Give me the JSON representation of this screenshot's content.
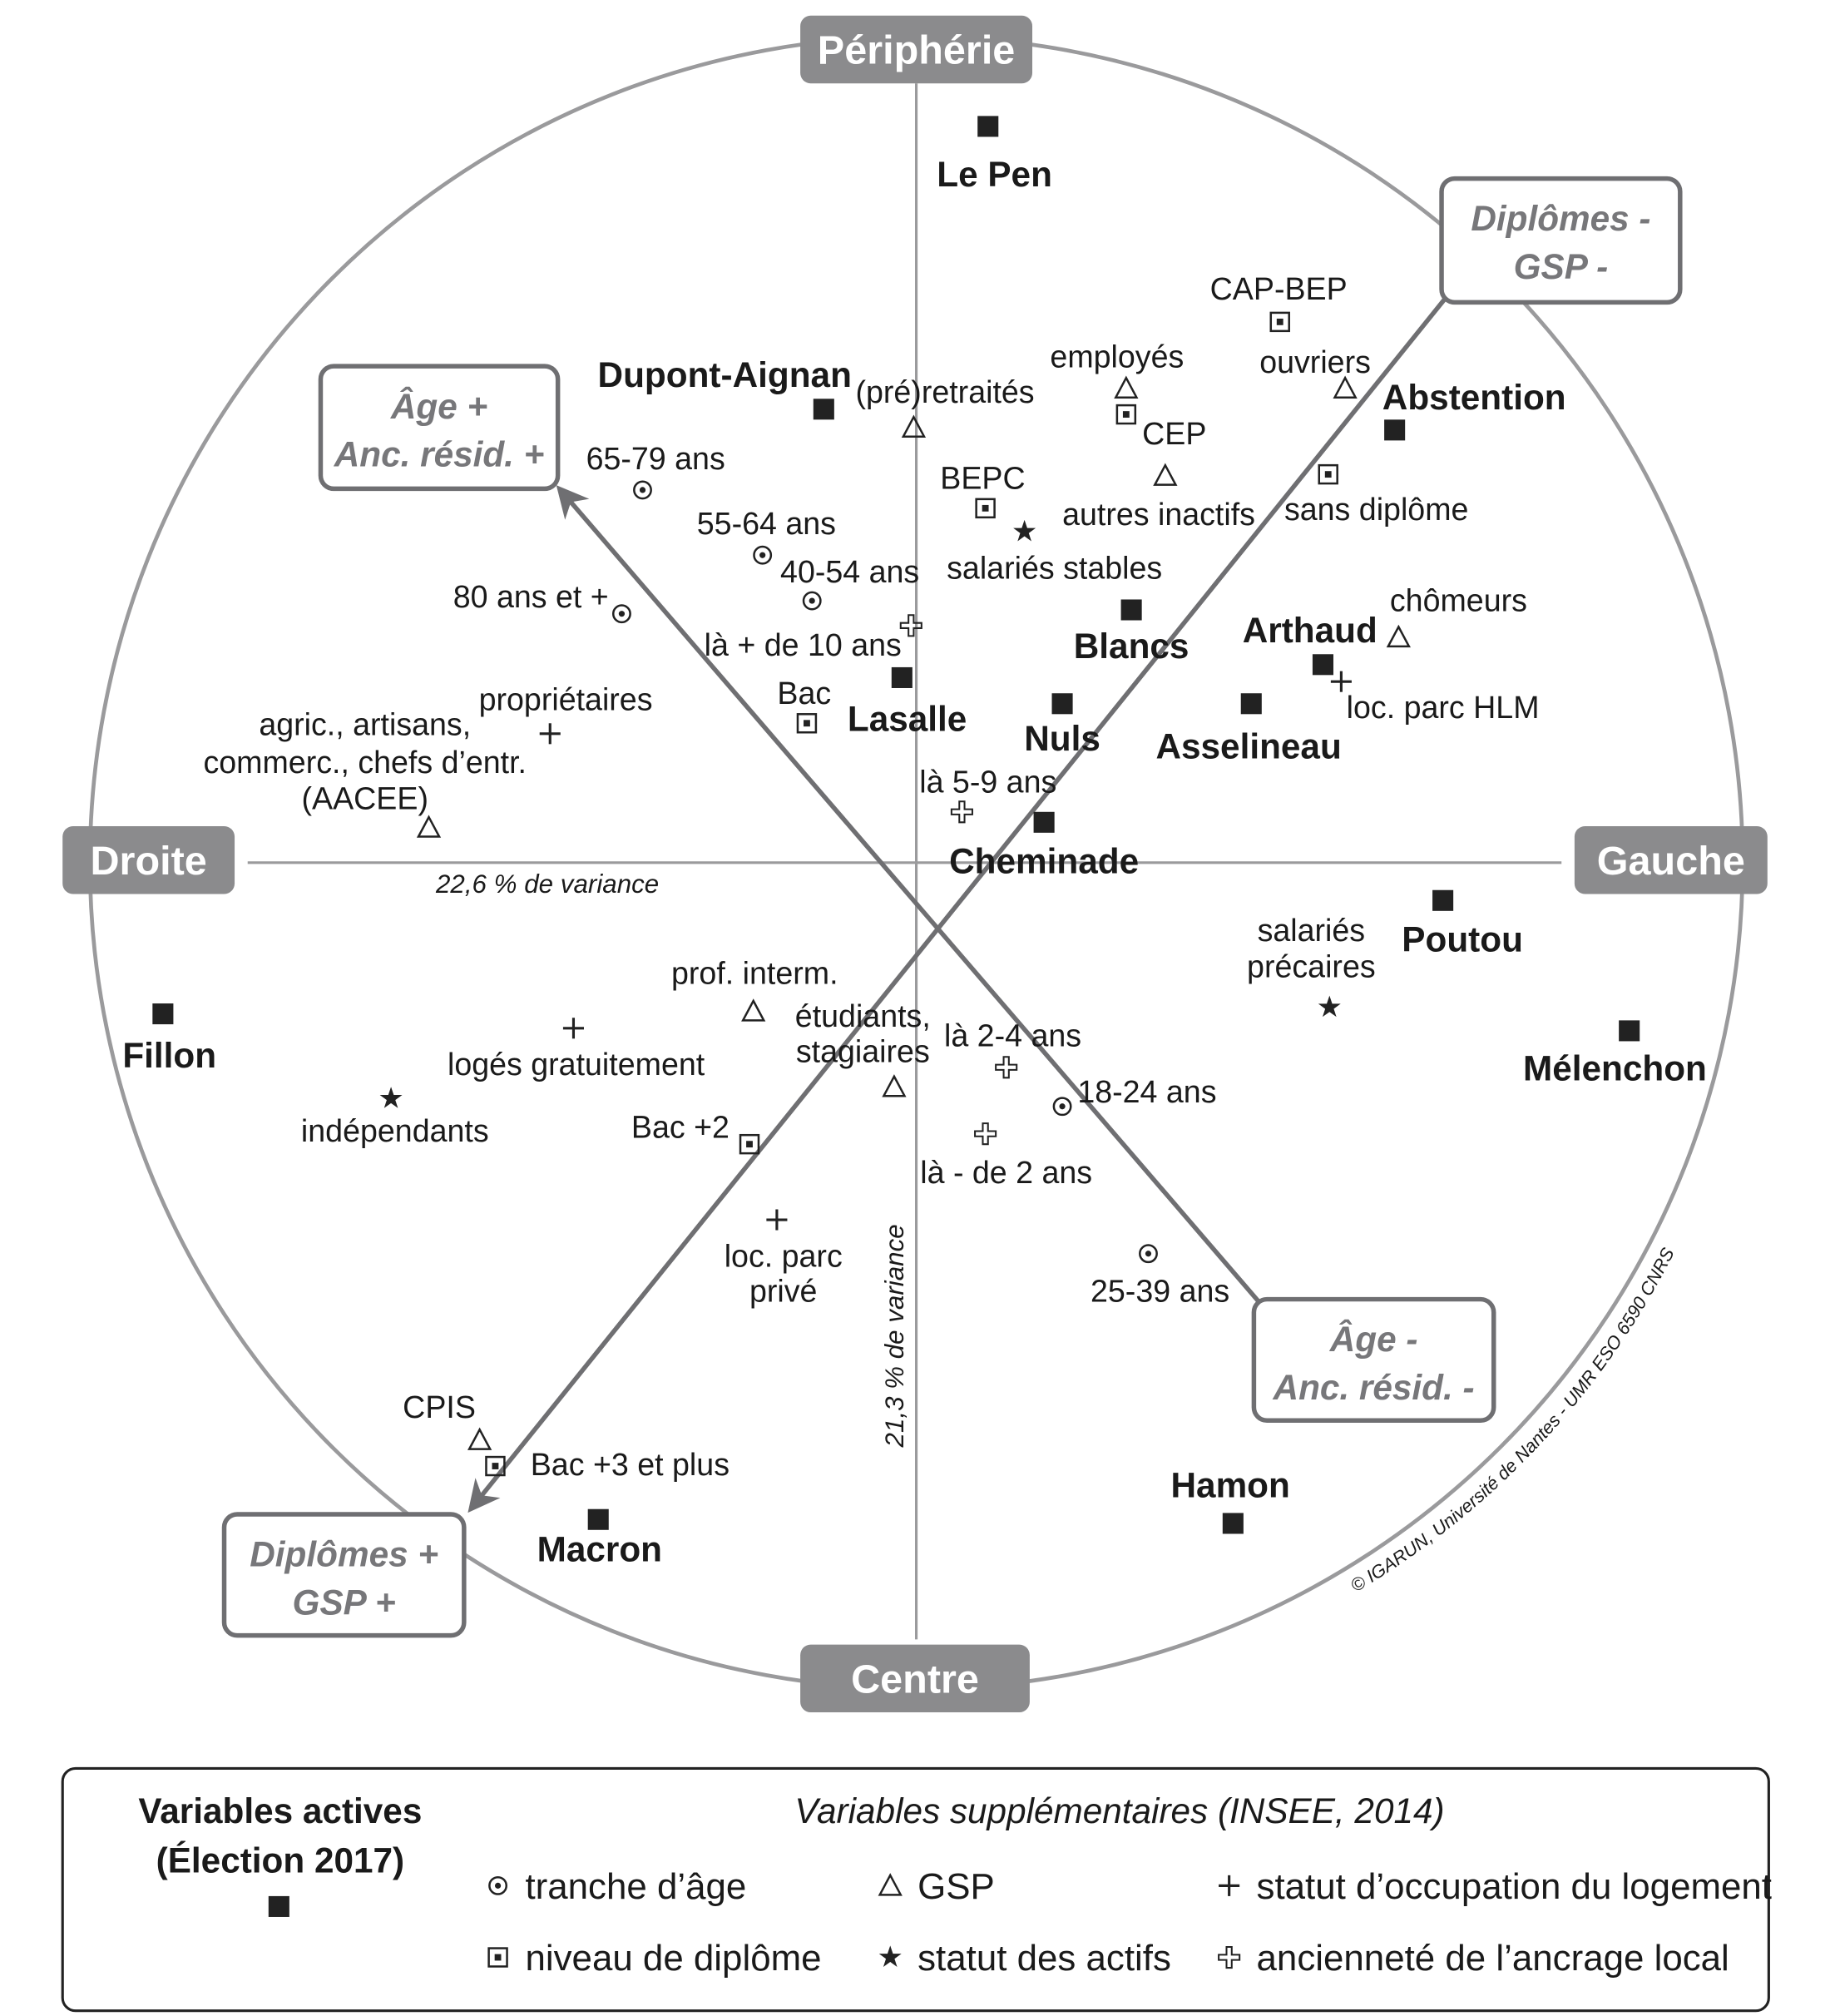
{
  "axes": {
    "top": "Périphérie",
    "bottom": "Centre",
    "left": "Droite",
    "right": "Gauche",
    "x_variance": "22,6 % de variance",
    "y_variance": "21,3 % de variance"
  },
  "poles": {
    "age_plus": [
      "Âge +",
      "Anc. résid. +"
    ],
    "age_minus": [
      "Âge -",
      "Anc. résid. -"
    ],
    "dipl_plus": [
      "Diplômes +",
      "GSP +"
    ],
    "dipl_minus": [
      "Diplômes -",
      "GSP -"
    ]
  },
  "candidates": [
    "Le Pen",
    "Dupont-Aignan",
    "Abstention",
    "Blancs",
    "Arthaud",
    "Lasalle",
    "Nuls",
    "Asselineau",
    "Cheminade",
    "Poutou",
    "Mélenchon",
    "Fillon",
    "Macron",
    "Hamon"
  ],
  "age": [
    "65-79 ans",
    "55-64 ans",
    "40-54 ans",
    "80 ans et +",
    "18-24 ans",
    "25-39 ans"
  ],
  "diplome": [
    "CAP-BEP",
    "CEP",
    "sans diplôme",
    "BEPC",
    "Bac",
    "Bac +2",
    "Bac +3 et plus"
  ],
  "gsp": [
    "employés",
    "ouvriers",
    "(pré)retraités",
    "autres inactifs",
    "chômeurs",
    "agric., artisans,",
    "commerc., chefs d’entr.",
    "(AACEE)",
    "prof. interm.",
    "étudiants,",
    "stagiaires",
    "CPIS"
  ],
  "actifs": [
    "salariés stables",
    "salariés",
    "précaires",
    "indépendants"
  ],
  "logement": [
    "propriétaires",
    "loc. parc HLM",
    "logés gratuitement",
    "loc. parc",
    "privé"
  ],
  "ancrage": [
    "là + de 10 ans",
    "là 5-9 ans",
    "là 2-4 ans",
    "là - de 2 ans"
  ],
  "copyright": "© IGARUN, Université de Nantes - UMR ESO 6590 CNRS",
  "legend": {
    "active_title": "Variables actives",
    "active_sub": "(Élection 2017)",
    "supp_title": "Variables supplémentaires (INSEE, 2014)",
    "items": [
      "tranche d’âge",
      "GSP",
      "statut d’occupation du logement",
      "niveau de diplôme",
      "statut des actifs",
      "ancienneté de l’ancrage local"
    ]
  },
  "colors": {
    "axis_box": "#8b8b8d",
    "pole": "#6f6f72",
    "circle": "#9a9a9c",
    "marker": "#222222"
  }
}
